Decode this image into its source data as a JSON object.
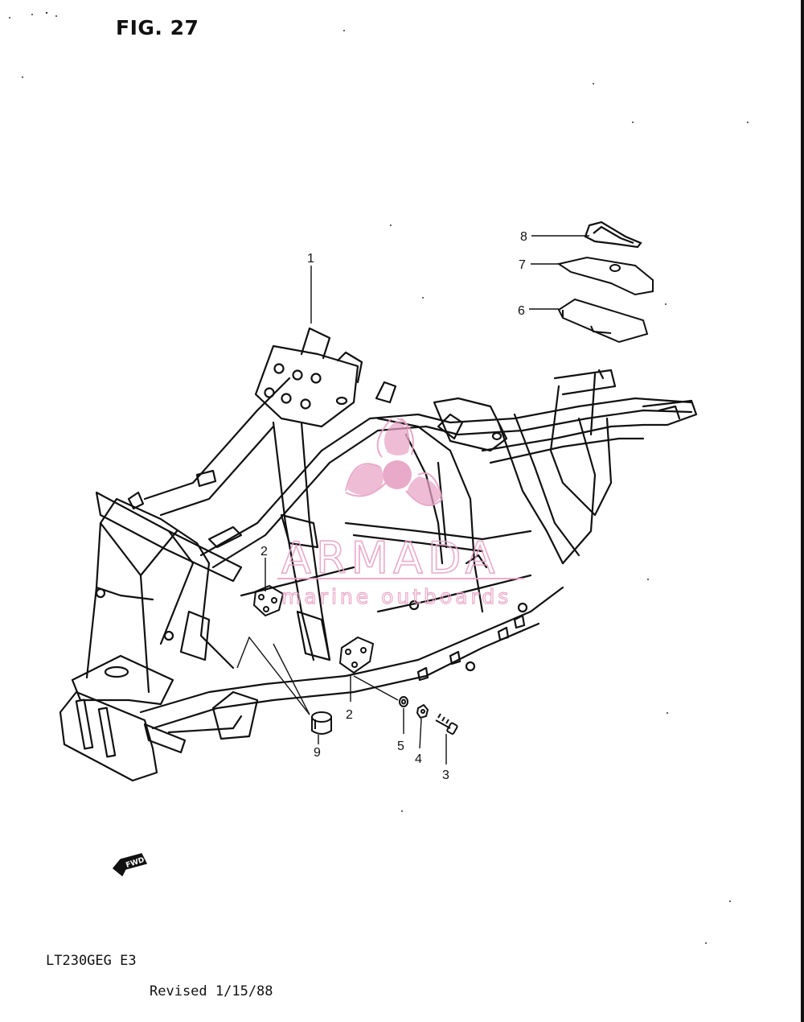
{
  "header": {
    "figure_title": "FIG. 27"
  },
  "diagram": {
    "callouts": [
      {
        "id": "1",
        "label": "1"
      },
      {
        "id": "2a",
        "label": "2"
      },
      {
        "id": "2b",
        "label": "2"
      },
      {
        "id": "3",
        "label": "3"
      },
      {
        "id": "4",
        "label": "4"
      },
      {
        "id": "5",
        "label": "5"
      },
      {
        "id": "6",
        "label": "6"
      },
      {
        "id": "7",
        "label": "7"
      },
      {
        "id": "8",
        "label": "8"
      },
      {
        "id": "9",
        "label": "9"
      }
    ],
    "direction_label": "FWD"
  },
  "watermark": {
    "title": "ARMADA",
    "subtitle": "marine outboards",
    "color": "#e7a1c4"
  },
  "footer": {
    "model_code": "LT230GEG E3",
    "revised": "Revised 1/15/88"
  },
  "colors": {
    "ink": "#111111",
    "paper": "#ffffff"
  }
}
